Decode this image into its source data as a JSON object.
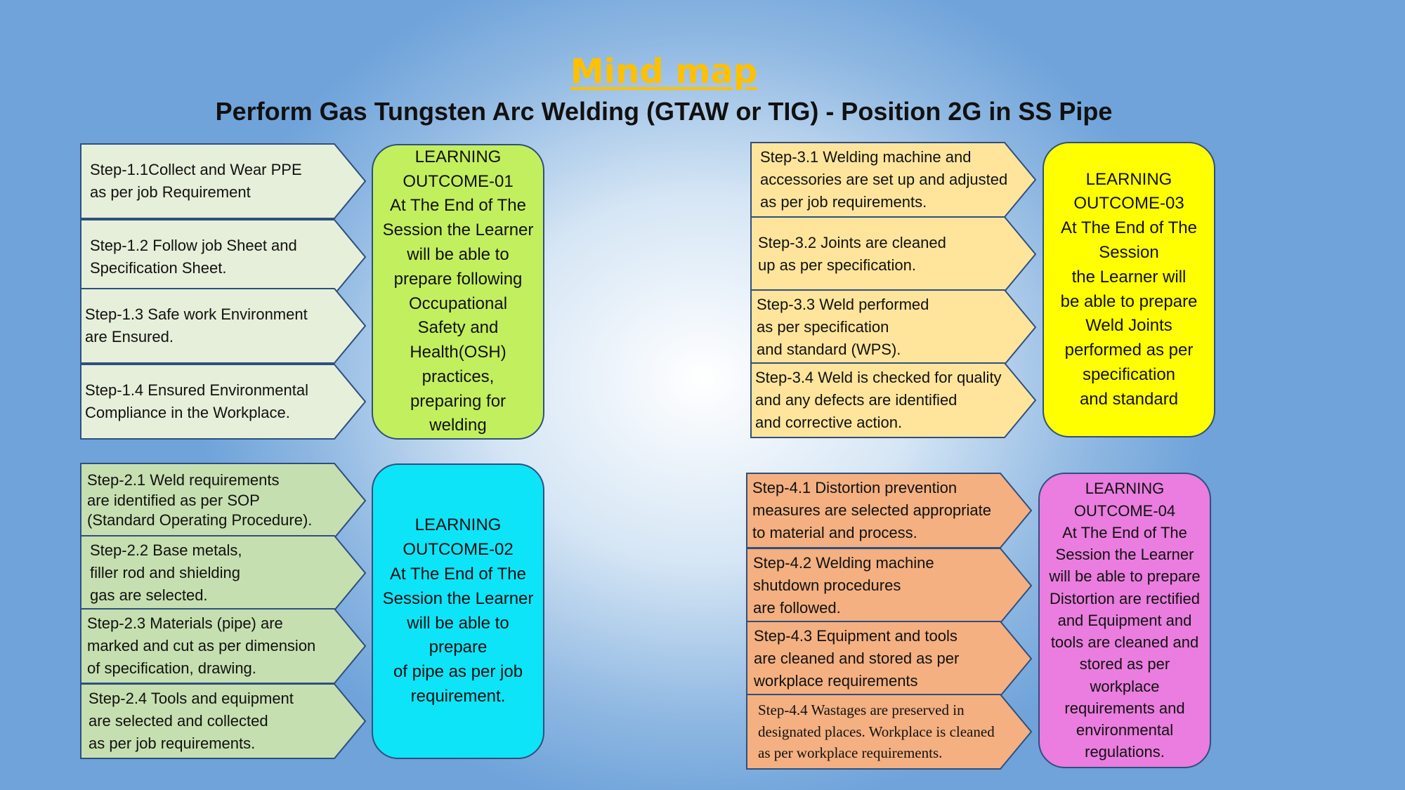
{
  "title": "Mind map",
  "subtitle": "Perform Gas Tungsten Arc Welding (GTAW or TIG) - Position 2G in SS Pipe",
  "colors": {
    "lo1": "#c2ef5e",
    "lo2": "#0ee4f8",
    "lo3": "#ffff00",
    "lo4": "#ea7ddf",
    "steps1": "#e6efd9",
    "steps2": "#c6dfb0",
    "steps3": "#ffe59c",
    "steps4": "#f4b081",
    "outline": "#2f4f7f"
  },
  "group1": {
    "steps": [
      "Step-1.1Collect and Wear PPE\nas per job Requirement",
      "Step-1.2 Follow job Sheet and\nSpecification Sheet.",
      "Step-1.3 Safe work Environment\nare Ensured.",
      "Step-1.4 Ensured Environmental\nCompliance in the Workplace."
    ],
    "outcome": "LEARNING\nOUTCOME-01\nAt The End of The\nSession the Learner\nwill be able to\nprepare following\nOccupational\nSafety and\nHealth(OSH)\npractices,\npreparing for\nwelding"
  },
  "group2": {
    "steps": [
      "Step-2.1 Weld requirements\nare identified as per SOP\n(Standard Operating Procedure).",
      "Step-2.2 Base metals,\nfiller rod and shielding\ngas are selected.",
      "Step-2.3 Materials (pipe) are\nmarked and cut as per dimension\nof specification, drawing.",
      "Step-2.4 Tools and equipment\nare selected and collected\nas per job requirements."
    ],
    "outcome": "LEARNING\nOUTCOME-02\nAt The End of The\nSession the Learner\nwill be able to\nprepare\nof pipe as per job\nrequirement."
  },
  "group3": {
    "steps": [
      "Step-3.1 Welding machine and\naccessories are set up and adjusted\nas per job requirements.",
      "Step-3.2 Joints are cleaned\nup as per specification.",
      "Step-3.3 Weld performed\nas per specification\nand standard (WPS).",
      "Step-3.4 Weld is checked for quality\nand any defects are identified\nand corrective action."
    ],
    "outcome": "LEARNING\nOUTCOME-03\nAt The End of The\nSession\nthe Learner will\nbe able to prepare\nWeld Joints\nperformed as per\nspecification\nand standard"
  },
  "group4": {
    "steps": [
      "Step-4.1 Distortion prevention\nmeasures are selected appropriate\nto material and process.",
      "Step-4.2 Welding machine\nshutdown procedures\nare followed.",
      "Step-4.3 Equipment and tools\nare cleaned and stored as per\nworkplace requirements",
      "Step-4.4 Wastages are preserved in\ndesignated places. Workplace is cleaned\nas per workplace requirements."
    ],
    "outcome": "LEARNING\nOUTCOME-04\nAt The End of The\nSession the Learner\nwill be able to prepare\nDistortion are rectified\nand Equipment and\ntools are cleaned and\nstored as per\nworkplace\nrequirements and\nenvironmental\nregulations."
  }
}
